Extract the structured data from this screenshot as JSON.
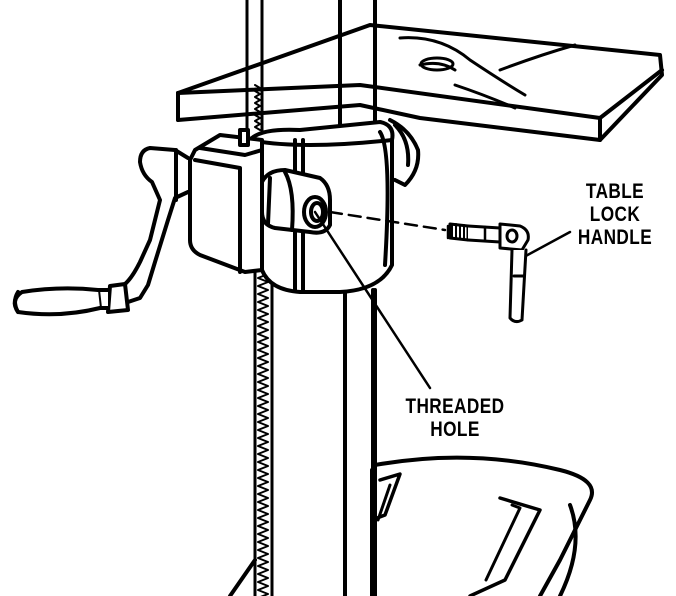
{
  "labels": {
    "table_lock_handle": [
      "TABLE",
      "LOCK",
      "HANDLE"
    ],
    "threaded_hole": [
      "THREADED",
      "HOLE"
    ]
  },
  "colors": {
    "line": "#000000",
    "background": "#ffffff"
  }
}
